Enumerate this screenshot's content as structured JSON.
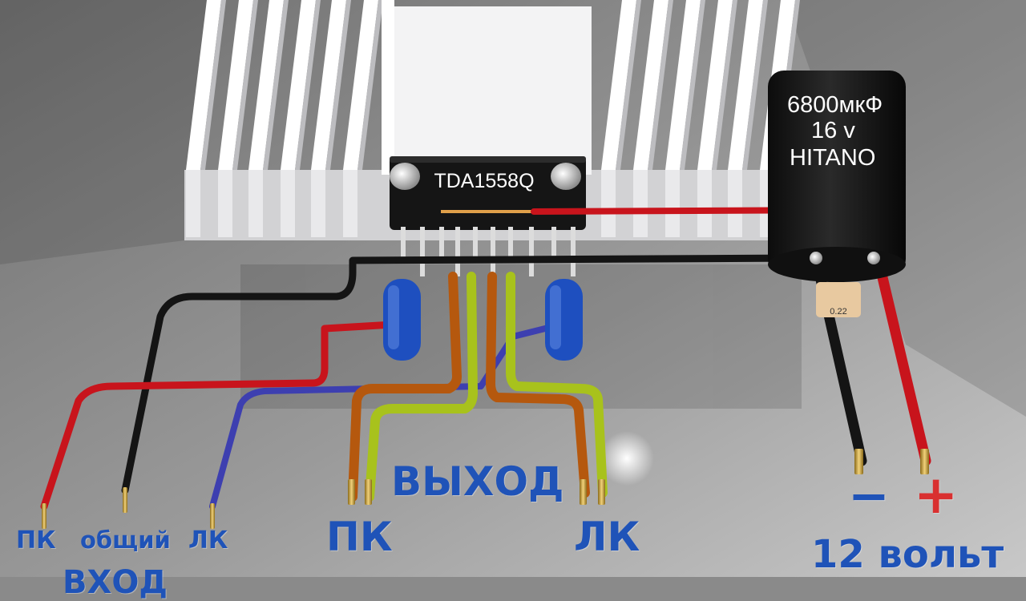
{
  "chip": {
    "label": "TDA1558Q"
  },
  "capacitor": {
    "line1": "6800мкФ",
    "line2": "16 v",
    "line3": "HITANO"
  },
  "small_capacitor": {
    "label": "0.22"
  },
  "labels": {
    "input_pk": "ПК",
    "input_common": "общий",
    "input_lk": "ЛК",
    "input_title": "ВХОД",
    "output_title": "ВЫХОД",
    "output_pk": "ПК",
    "output_lk": "ЛК",
    "power": "12 вольт",
    "minus": "−",
    "plus": "+"
  },
  "colors": {
    "wire_red": "#c8141c",
    "wire_black": "#141414",
    "wire_blue": "#3d3fb0",
    "wire_orange": "#b5580e",
    "wire_green": "#a8c21c",
    "label_blue": "#1f53b8",
    "label_red": "#d93030",
    "coupling_cap": "#1e4fbf",
    "heatsink": "#e6e6e8",
    "chip_body": "#161616"
  }
}
